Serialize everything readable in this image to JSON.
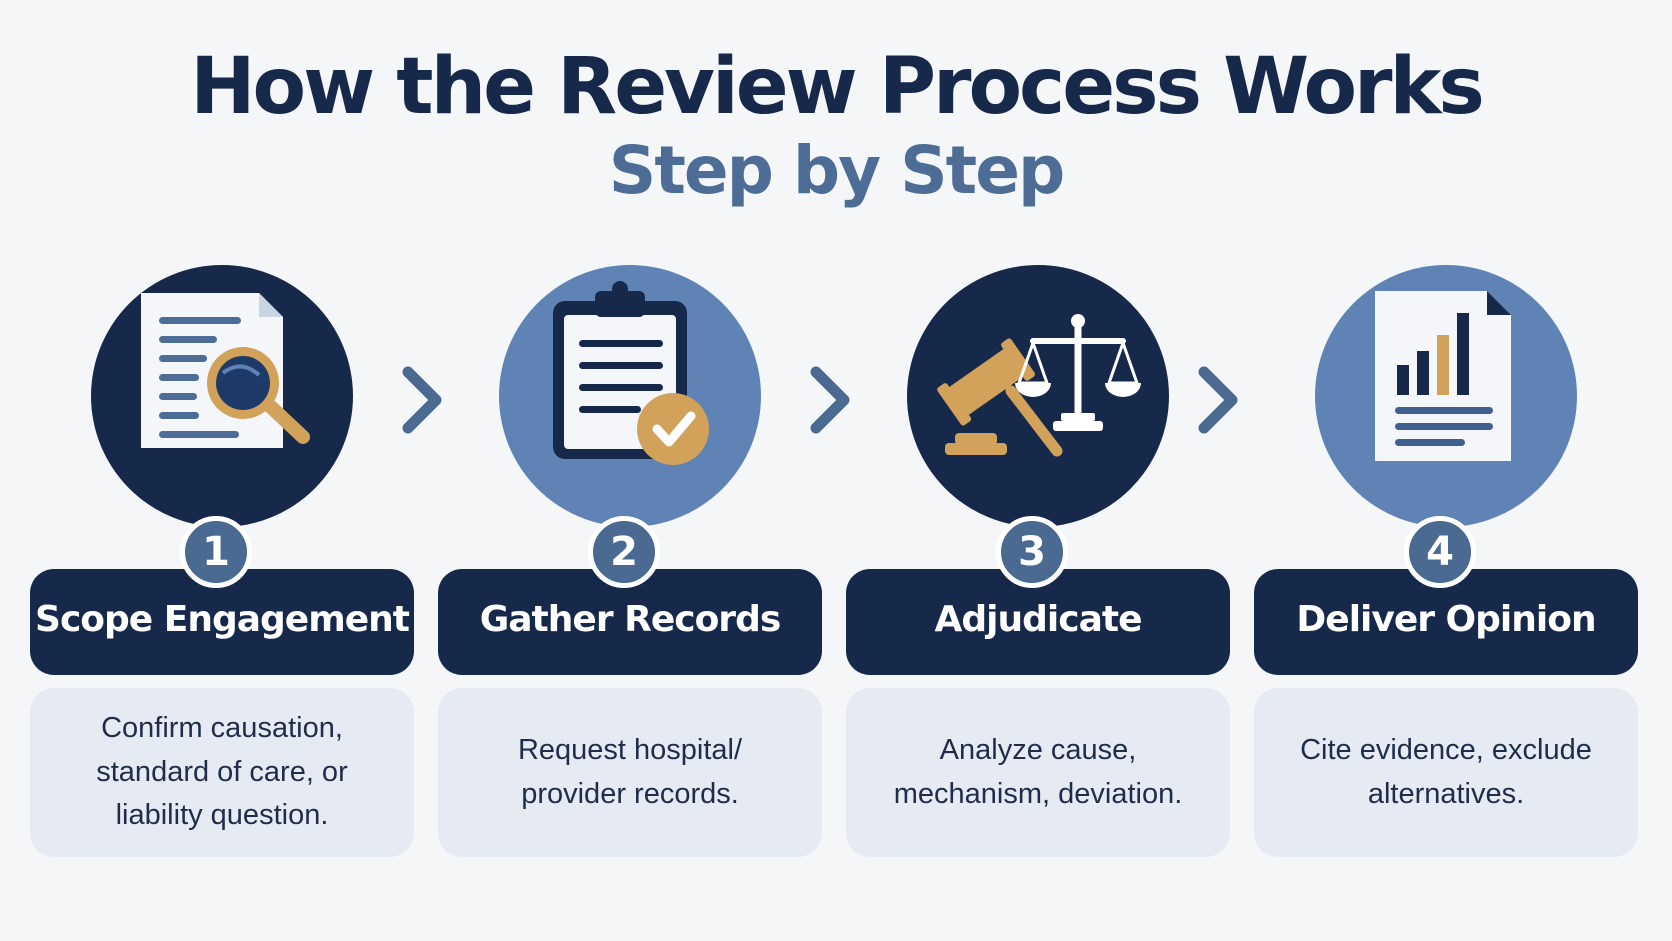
{
  "title": "How the Review Process Works",
  "subtitle": "Step by Step",
  "colors": {
    "navy": "#17294a",
    "slate_blue": "#5f83b4",
    "gold": "#d2a25a",
    "light_panel": "#e6ebf3"
  },
  "steps": [
    {
      "number": "1",
      "label": "Scope Engagement",
      "description": "Confirm causation, standard of care, or liability question.",
      "icon": "document-magnifier-icon"
    },
    {
      "number": "2",
      "label": "Gather Records",
      "description": "Request hospital/ provider records.",
      "icon": "clipboard-check-icon"
    },
    {
      "number": "3",
      "label": "Adjudicate",
      "description": "Analyze cause, mechanism, deviation.",
      "icon": "gavel-scales-icon"
    },
    {
      "number": "4",
      "label": "Deliver Opinion",
      "description": "Cite evidence, exclude alternatives.",
      "icon": "report-chart-icon"
    }
  ],
  "connector_icon": "chevron-right-icon"
}
